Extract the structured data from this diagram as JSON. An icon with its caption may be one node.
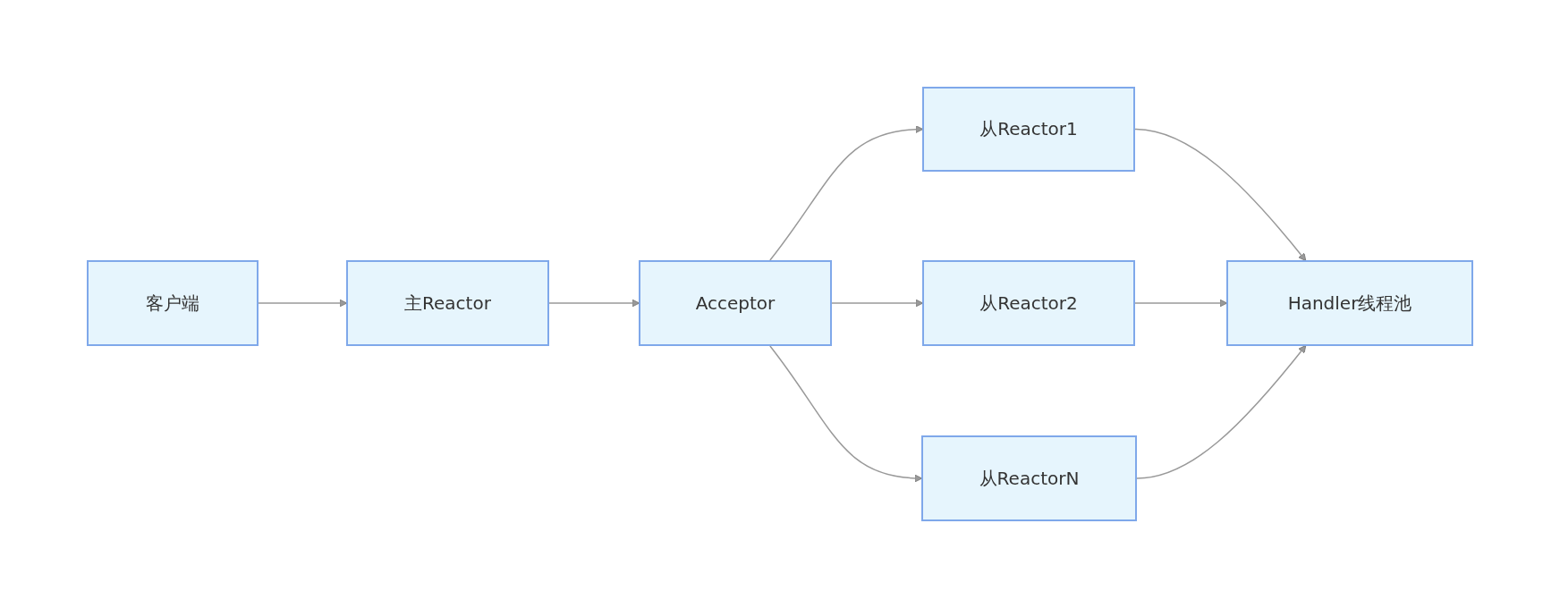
{
  "diagram": {
    "nodes": [
      {
        "text": [
          "客户端"
        ]
      },
      {
        "text": [
          "主Reactor"
        ]
      },
      {
        "text": [
          "Acceptor"
        ]
      },
      {
        "text": [
          "从Reactor1"
        ]
      },
      {
        "text": [
          "从Reactor2"
        ]
      },
      {
        "text": [
          "从ReactorN"
        ]
      },
      {
        "text": [
          "Handler线程池"
        ]
      }
    ],
    "edges": [
      {
        "from": 0,
        "to": 1,
        "arrow": "to"
      },
      {
        "from": 1,
        "to": 2,
        "arrow": "to"
      },
      {
        "from": 2,
        "to": 3,
        "arrow": "to"
      },
      {
        "from": 2,
        "to": 4,
        "arrow": "to"
      },
      {
        "from": 2,
        "to": 5,
        "arrow": "to"
      },
      {
        "from": 3,
        "to": 6,
        "arrow": "to"
      },
      {
        "from": 4,
        "to": 6,
        "arrow": "to"
      },
      {
        "from": 5,
        "to": 6,
        "arrow": "to"
      }
    ]
  }
}
